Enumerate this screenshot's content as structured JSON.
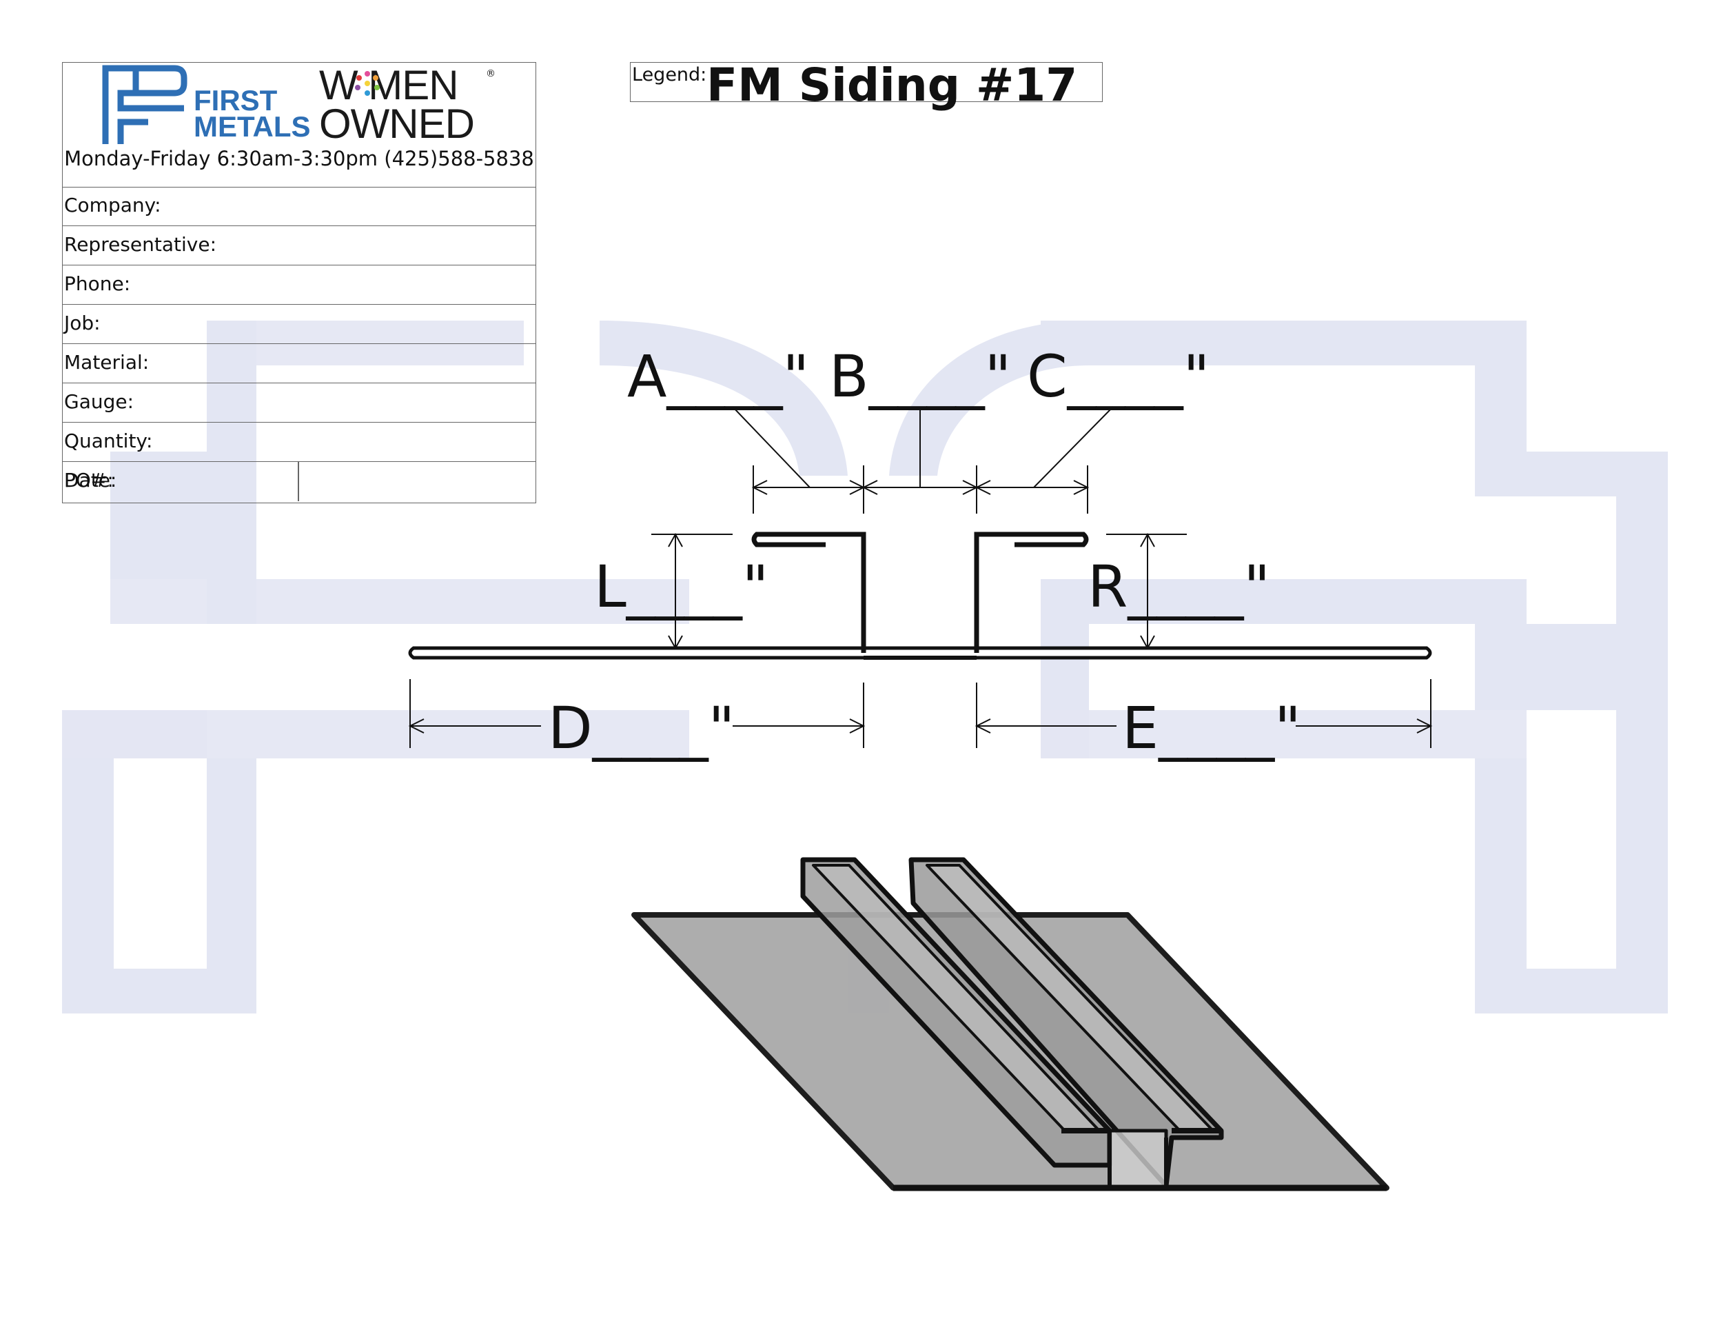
{
  "header": {
    "brand_line1": "FIRST",
    "brand_line2": "METALS",
    "badge_line1": "W MEN",
    "badge_line2": "OWNED",
    "hours": "Monday-Friday 6:30am-3:30pm (425)588-5838",
    "brand_color": "#2e6fb5"
  },
  "form": {
    "fields": [
      "Company:",
      "Representative:",
      "Phone:",
      "Job:",
      "Material:",
      "Gauge:",
      "Quantity:"
    ],
    "date_label": "Date:",
    "po_label": "PO#:"
  },
  "legend": {
    "label": "Legend:",
    "title": "FM Siding #17"
  },
  "dimensions": {
    "A": "A____\"",
    "B": "B____\"",
    "C": "C____\"",
    "L": "L____\"",
    "R": "R____\"",
    "D": "D____\"",
    "E": "E____\""
  },
  "colors": {
    "watermark": "#e3e6f3",
    "metal_fill": "#a9a9a9",
    "line": "#111111"
  }
}
